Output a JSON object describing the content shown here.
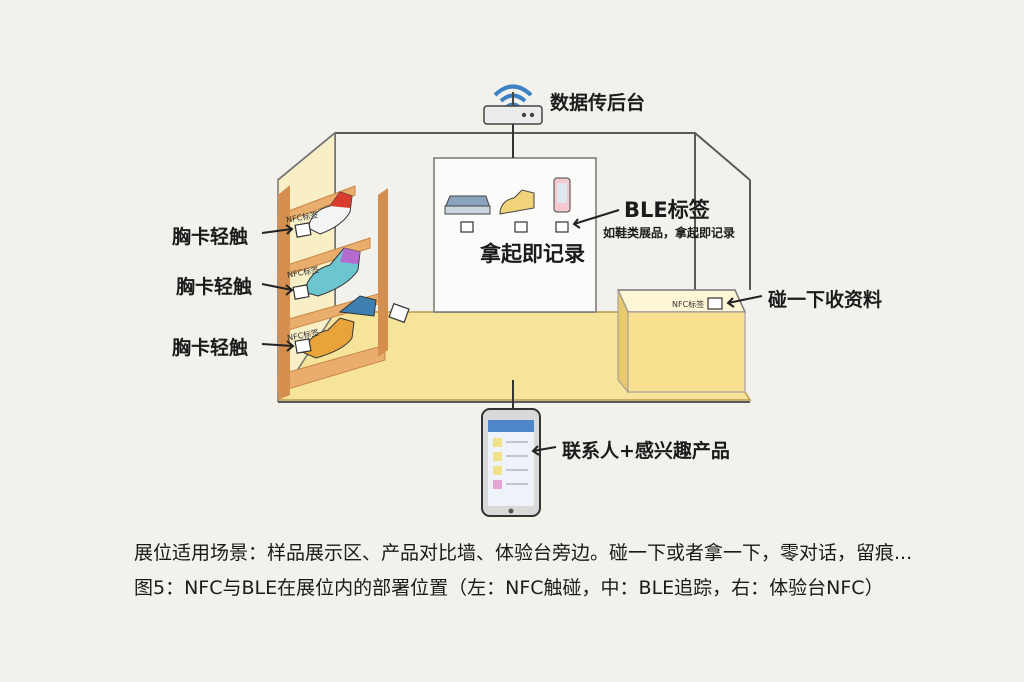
{
  "router_label": "数据传后台",
  "ble_label": "BLE标签",
  "ble_note": "如鞋类展品，拿起即记录",
  "pickup_label": "拿起即记录",
  "shelf_labels": [
    "胸卡轻触",
    "胸卡轻触",
    "胸卡轻触"
  ],
  "shelf_tag": "NFC标签",
  "counter_tag": "NFC标签",
  "counter_label": "碰一下收资料",
  "phone_label": "联系人+感兴趣产品",
  "caption_line1": "展位适用场景：样品展示区、产品对比墙、体验台旁边。碰一下或者拿一下，零对话，留痕...",
  "caption_line2": "图5：NFC与BLE在展位内的部署位置（左：NFC触碰，中：BLE追踪，右：体验台NFC）",
  "colors": {
    "floor": "#f6e49a",
    "shelf": "#e9ae6e",
    "shelf_dark": "#c98545",
    "counter": "#f7e08f",
    "line": "#4a4a4a",
    "wifi": "#3b82c4"
  }
}
